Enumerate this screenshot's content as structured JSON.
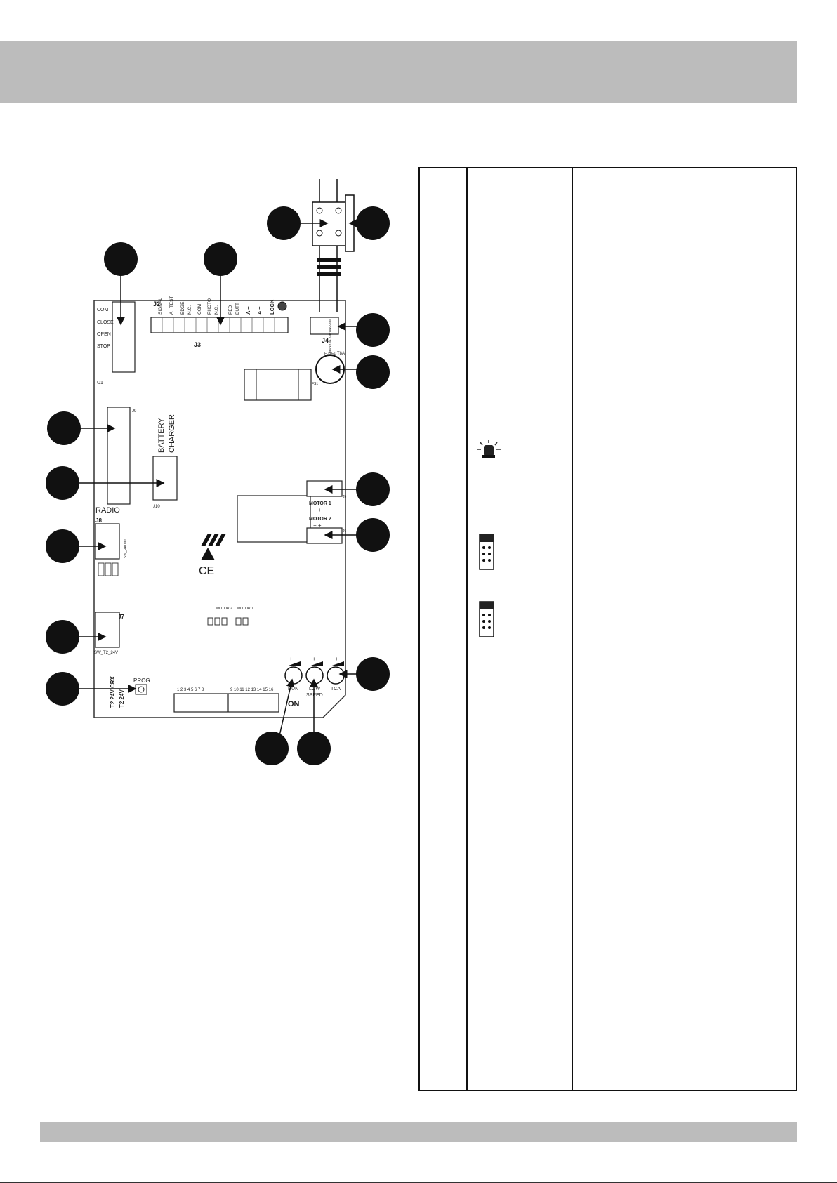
{
  "board": {
    "j2_label": "J2",
    "j2_terminals": [
      "COM",
      "CLOSE",
      "OPEN",
      "STOP"
    ],
    "u1_label": "U1",
    "j3_label": "J3",
    "j3_terminals": [
      "SIGNAL",
      "A+ TEST",
      "EDGE",
      "N.C.",
      "COM",
      "PHOTO",
      "N.C.",
      "PED",
      "BUTT",
      "A +",
      "A −",
      "LOCK"
    ],
    "j4_label": "J4",
    "j4_text": "SECONDARY TRANSFORMER",
    "fuse_label": "FUSE1",
    "fuse_value": "T8A",
    "fs1_label": "FS1",
    "j9_label": "J9",
    "battery_line1": "BATTERY",
    "battery_line2": "CHARGER",
    "j10_label": "J10",
    "radio_label": "RADIO",
    "j8_label": "J8",
    "sw_radio_label": "SW_RADIO",
    "j5_label": "J5",
    "motor1_label": "MOTOR 1",
    "motor1_polarity": "−    +",
    "j6_label": "J6",
    "motor2_label": "MOTOR 2",
    "motor2_polarity": "−    +",
    "led_motor2": "MOTOR 2",
    "led_motor1": "MOTOR 1",
    "j7_label": "J7",
    "sw_t2_label": "SW_T2_24V",
    "prog_label": "PROG",
    "t2crx_label": "T2 24V CRX",
    "t2_label": "T2 24V",
    "dip_numbers_1": "1 2 3 4 5 6 7 8",
    "dip_numbers_2": "9 10 11 12 13 14 15 16",
    "on_label": "ON",
    "pot_run": "RUN",
    "pot_low": "LOW",
    "pot_speed": "SPEED",
    "pot_tca": "TCA",
    "pot_polarity": "−   +",
    "ce_mark": "CE"
  },
  "table": {
    "icons": [
      "flashing-light-icon",
      "jumper-block-icon",
      "jumper-block-icon"
    ]
  }
}
